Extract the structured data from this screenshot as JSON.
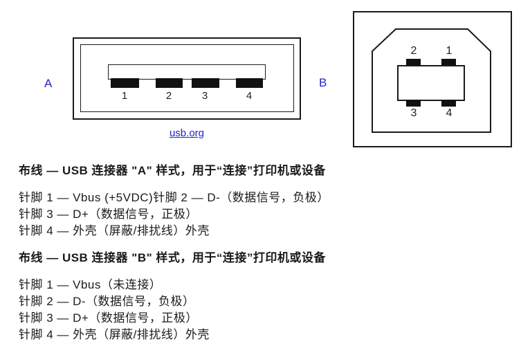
{
  "diagram": {
    "connector_a": {
      "label": "A",
      "pins": [
        "1",
        "2",
        "3",
        "4"
      ],
      "link_text": "usb.org"
    },
    "connector_b": {
      "label": "B",
      "pins_top": [
        "2",
        "1"
      ],
      "pins_bottom": [
        "3",
        "4"
      ]
    },
    "colors": {
      "accent_blue": "#2222cc",
      "line_black": "#1a1a1a",
      "pad_black": "#111111",
      "background": "#ffffff"
    }
  },
  "sections": [
    {
      "heading": "布线 — USB 连接器 \"A\" 样式，用于“连接”打印机或设备",
      "lines": [
        "针脚 1 — Vbus (+5VDC)针脚 2 — D-（数据信号，负极）",
        "针脚 3 — D+（数据信号，正极）",
        "针脚 4 — 外壳（屏蔽/排扰线）外壳"
      ]
    },
    {
      "heading": "布线 — USB 连接器 \"B\" 样式，用于“连接”打印机或设备",
      "lines": [
        "针脚 1 — Vbus（未连接）",
        "针脚 2 — D-（数据信号，负极）",
        "针脚 3 — D+（数据信号，正极）",
        "针脚 4 — 外壳（屏蔽/排扰线）外壳"
      ]
    }
  ]
}
